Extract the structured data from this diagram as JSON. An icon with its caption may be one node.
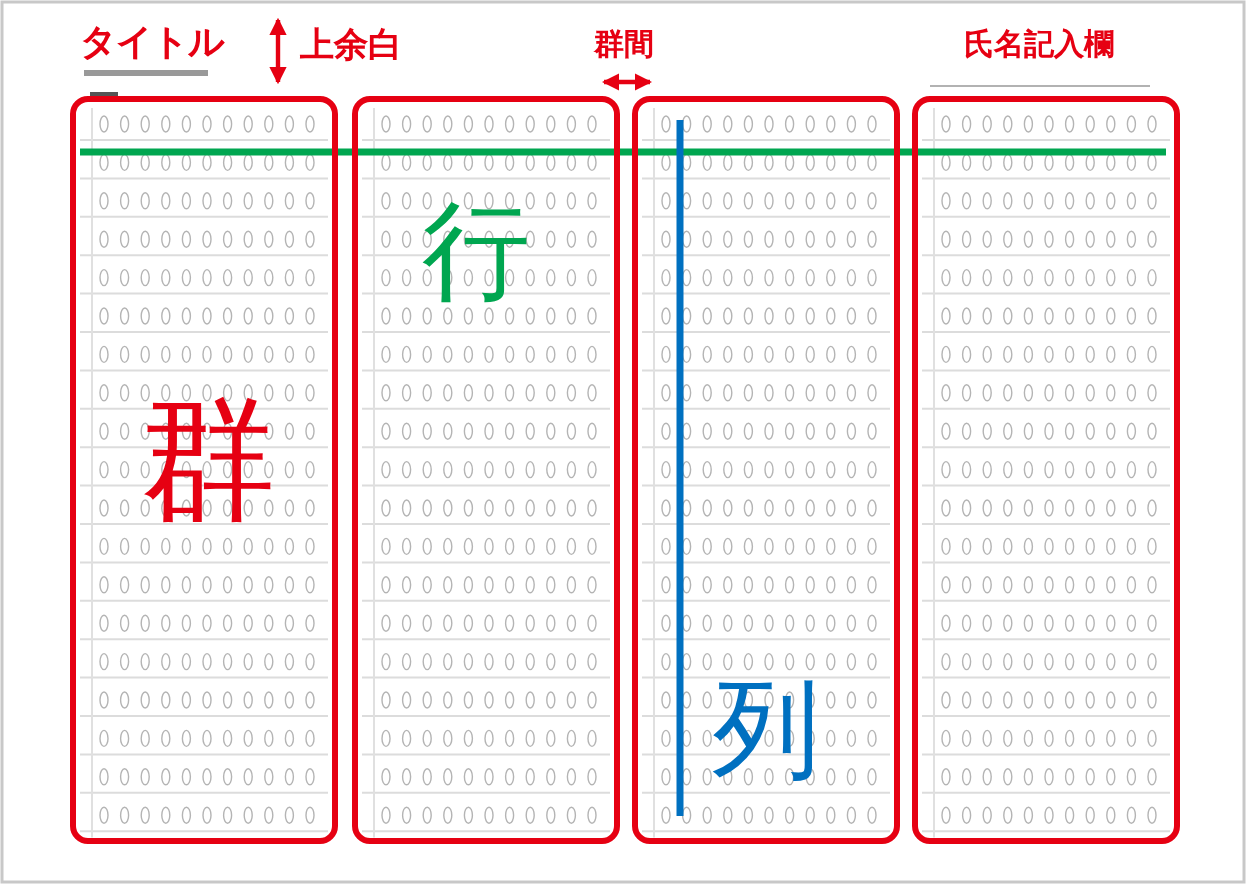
{
  "diagram": {
    "nodes": [
      {
        "text": [
          "群"
        ]
      },
      {
        "text": [],
        "shape": "box"
      },
      {
        "text": [],
        "shape": "box"
      },
      {
        "text": [],
        "shape": "box"
      }
    ],
    "edges": [],
    "labels": [
      "タイトル",
      "上余白",
      "群間",
      "氏名記入欄",
      "行",
      "列"
    ]
  }
}
